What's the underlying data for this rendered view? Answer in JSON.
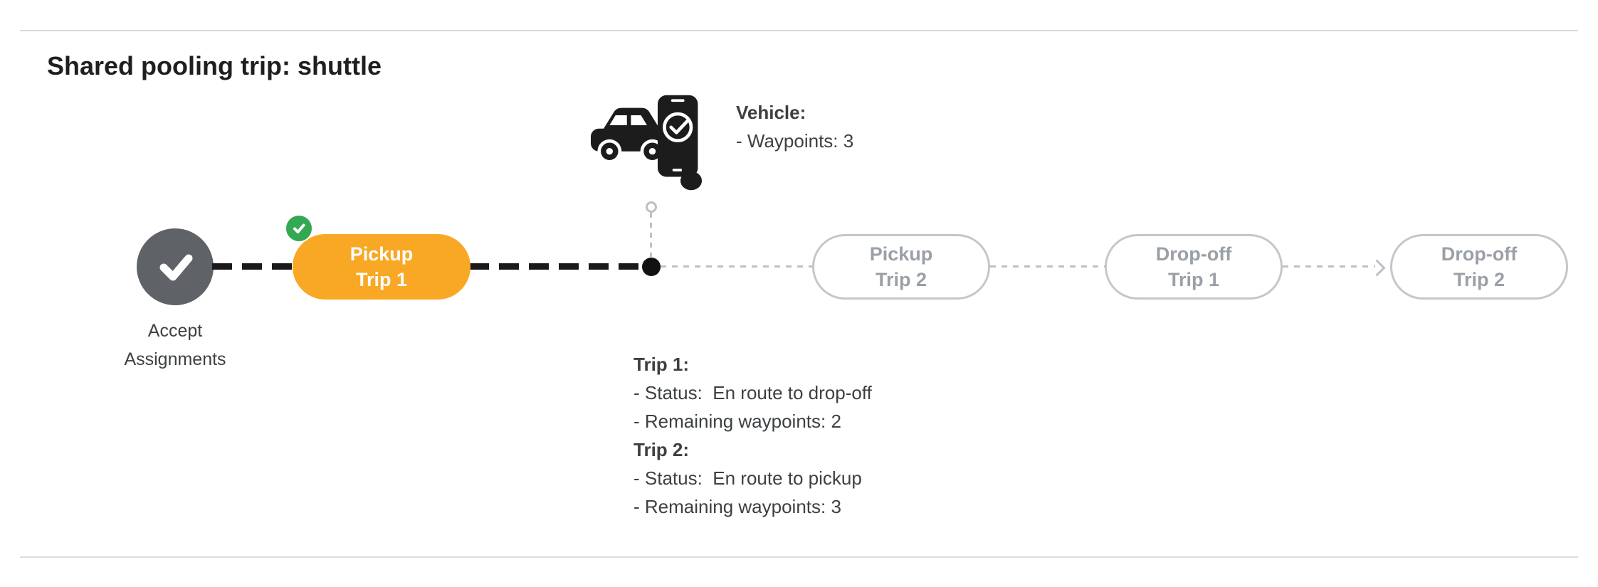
{
  "title": "Shared pooling trip: shuttle",
  "colors": {
    "accent_orange": "#F9A825",
    "success_green": "#34A853",
    "completed_gray": "#5F6368",
    "future_text_gray": "#9AA0A6",
    "future_border_gray": "#C4C7CA",
    "connector_black": "#1A1A1A",
    "connector_gray": "#BDC1C6"
  },
  "timeline": {
    "accept": {
      "line1": "Accept",
      "line2": "Assignments"
    },
    "stops": [
      {
        "line1": "Pickup",
        "line2": "Trip 1",
        "state": "active"
      },
      {
        "line1": "Pickup",
        "line2": "Trip 2",
        "state": "future"
      },
      {
        "line1": "Drop-off",
        "line2": "Trip 1",
        "state": "future"
      },
      {
        "line1": "Drop-off",
        "line2": "Trip 2",
        "state": "future"
      }
    ]
  },
  "vehicle": {
    "heading": "Vehicle:",
    "waypoints": "- Waypoints: 3"
  },
  "trips": [
    {
      "heading": "Trip 1:",
      "status": "- Status:  En route to drop-off",
      "waypoints": "- Remaining waypoints: 2"
    },
    {
      "heading": "Trip 2:",
      "status": "- Status:  En route to pickup",
      "waypoints": "- Remaining waypoints: 3"
    }
  ]
}
